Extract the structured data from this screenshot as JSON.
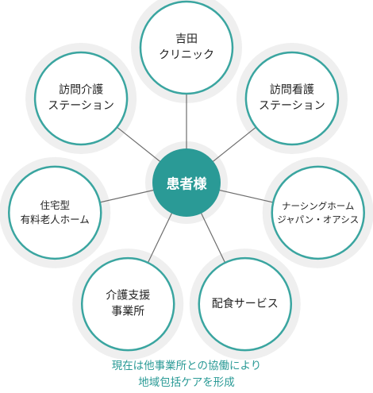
{
  "colors": {
    "accent": "#2a9a96",
    "ring": "#3aa5a0",
    "spoke": "#6d6d6d",
    "petal_fill": "#ffffff",
    "halo": "#efefef"
  },
  "center": {
    "label": "患者様"
  },
  "nodes": [
    {
      "id": "clinic",
      "lines": [
        "吉田",
        "クリニック"
      ]
    },
    {
      "id": "home-nursing",
      "lines": [
        "訪問看護",
        "ステーション"
      ]
    },
    {
      "id": "nursing-home",
      "lines": [
        "ナーシングホーム",
        "ジャパン・オアシス"
      ]
    },
    {
      "id": "meal-delivery",
      "lines": [
        "配食サービス"
      ]
    },
    {
      "id": "care-support",
      "lines": [
        "介護支援",
        "事業所"
      ]
    },
    {
      "id": "senior-housing",
      "lines": [
        "住宅型",
        "有料老人ホーム"
      ]
    },
    {
      "id": "home-care",
      "lines": [
        "訪問介護",
        "ステーション"
      ]
    }
  ],
  "caption": {
    "line1": "現在は他事業所との協働により",
    "line2": "地域包括ケアを形成"
  }
}
